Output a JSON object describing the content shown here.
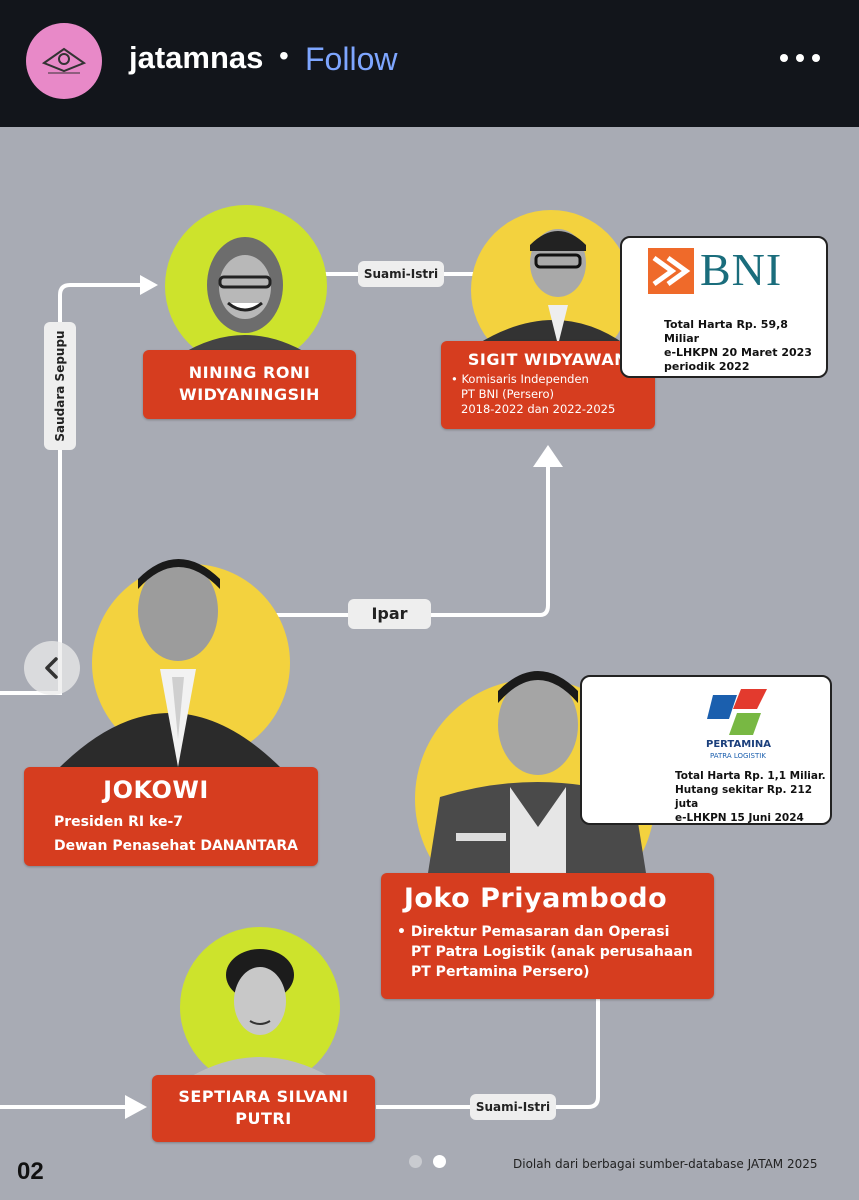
{
  "header": {
    "username": "jatamnas",
    "separator": "•",
    "follow_label": "Follow"
  },
  "persons": {
    "nining": {
      "name_line1": "NINING RONI",
      "name_line2": "WIDYANINGSIH"
    },
    "sigit": {
      "name": "SIGIT WIDYAWAN",
      "details": [
        "• Komisaris Independen",
        "PT BNI (Persero)",
        "2018-2022 dan 2022-2025"
      ]
    },
    "jokowi": {
      "name": "JOKOWI",
      "details": [
        "Presiden RI ke-7",
        "Dewan Penasehat DANANTARA"
      ]
    },
    "joko": {
      "name": "Joko Priyambodo",
      "details": [
        "Direktur Pemasaran dan Operasi",
        "PT Patra Logistik (anak perusahaan",
        "PT Pertamina Persero)"
      ]
    },
    "septiara": {
      "name_line1": "SEPTIARA SILVANI",
      "name_line2": "PUTRI"
    }
  },
  "relations": {
    "nining_sigit": "Suami-Istri",
    "jokowi_sigit": "Ipar",
    "jokowi_nining": "Saudara Sepupu",
    "joko_septiara": "Suami-Istri"
  },
  "bni_card": {
    "logo_text": "BNI",
    "lines": [
      "Total Harta Rp. 59,8 Miliar",
      "e-LHKPN 20 Maret 2023",
      "periodik 2022"
    ]
  },
  "pertamina_card": {
    "logo_text": "PERTAMINA",
    "logo_sub": "PATRA LOGISTIK",
    "lines": [
      "Total Harta Rp. 1,1 Miliar.",
      "Hutang sekitar Rp. 212 juta",
      "e-LHKPN 15 Juni 2024"
    ]
  },
  "footer": {
    "page_number": "02",
    "source": "Diolah dari berbagai sumber-database JATAM 2025"
  },
  "colors": {
    "background": "#a8abb4",
    "accent_red": "#d63d1f",
    "circle_lime": "#cde32c",
    "circle_yellow": "#f3d23e",
    "bni_orange": "#ef6a2a",
    "bni_teal": "#1a6d7c",
    "follow_blue": "#7ea6ff"
  },
  "icons": [
    "avatar-logo-icon",
    "more-options-icon",
    "chevron-left-icon",
    "bni-logo-icon",
    "pertamina-logo-icon"
  ]
}
